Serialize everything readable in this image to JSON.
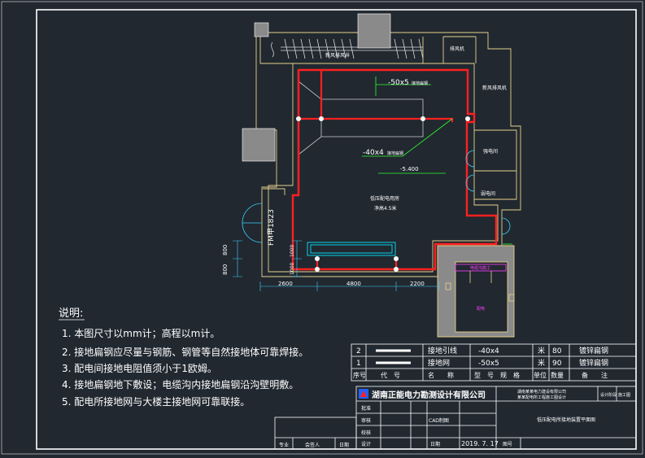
{
  "colors": {
    "background": "#212830",
    "frame": "#ffffff",
    "wall": "#e6d28c",
    "ground_wire": "#ff2020",
    "equipment": "#8a8a8a",
    "cable": "#00e5ff",
    "dimension": "#3fd0ff",
    "magenta": "#ff40ff",
    "green": "#30ff30"
  },
  "plan": {
    "labels": {
      "vent_shaft": "排风机",
      "exhaust_shaft": "新风排风井",
      "top_dev": "新风排风机",
      "room_a": "强电间",
      "room_b": "弱电间",
      "main_room_line1": "低压配电用房",
      "main_room_line2": "净高4.5米",
      "steel_50": "-50x5",
      "steel_50_note": "接地扁钢",
      "steel_40": "-40x4",
      "steel_40_note": "接地扁钢",
      "level": "-5.400",
      "door_code": "FM甲1823",
      "annex": "电缆沟施工",
      "annex_room": "配电",
      "cab_h1": "800",
      "cab_h2": "800",
      "bay_h1": "1000",
      "bay_h2": "1000"
    },
    "dims": [
      "2600",
      "4800",
      "2200"
    ]
  },
  "notes": {
    "title": "说明:",
    "items": [
      "1. 本图尺寸以mm计；高程以m计。",
      "2. 接地扁钢应尽量与钢筋、钢管等自然接地体可靠焊接。",
      "3. 配电间接地电阻值须小于1欧姆。",
      "4. 接地扁钢地下敷设；电缆沟内接地扁钢沿沟壁明敷。",
      "5. 配电所接地网与大楼主接地网可靠联接。"
    ]
  },
  "materials": {
    "headers": [
      "序号",
      "代　号",
      "名　　称",
      "型　号　规　格",
      "单位",
      "数量",
      "备　　注"
    ],
    "rows": [
      {
        "no": "2",
        "name": "接地引线",
        "spec": "-40x4",
        "unit": "米",
        "qty": "80",
        "note": "镀锌扁钢"
      },
      {
        "no": "1",
        "name": "接地网",
        "spec": "-50x5",
        "unit": "米",
        "qty": "90",
        "note": "镀锌扁钢"
      }
    ]
  },
  "titleblock": {
    "company": "湖南正能电力勘测设计有限公司",
    "project_line1": "湖南某某电力建设有限公司",
    "project_line2": "某某配电所工程施工图设计",
    "drawing_name": "低压配电所接地装置平面图",
    "design_stage": "设计阶段",
    "stage_value": "施工图",
    "row_labels": [
      "批准",
      "审核",
      "校核",
      "设计"
    ],
    "cad_label": "CAD制图",
    "date_label": "日期",
    "date_value": "2019. 7. 17",
    "figno_label": "图号",
    "left_cells": [
      "专业",
      "会签人",
      "日期"
    ]
  }
}
